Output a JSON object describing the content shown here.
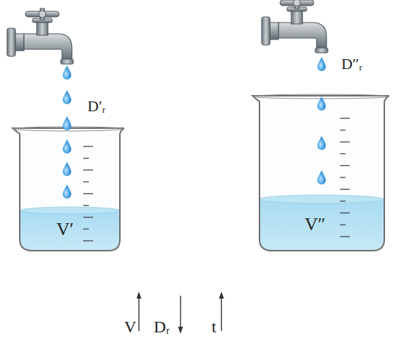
{
  "diagram": {
    "labels": [
      "D′ᵣ",
      "V′",
      "D″ᵣ",
      "V″",
      "V",
      "Dᵣ",
      "t"
    ]
  }
}
